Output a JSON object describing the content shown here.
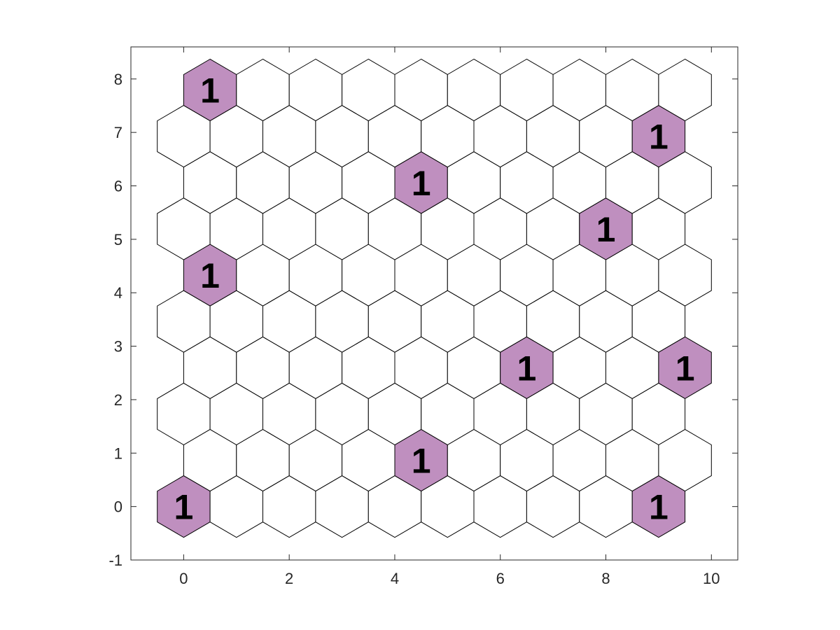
{
  "chart_data": {
    "type": "heatmap",
    "title": "",
    "xlabel": "",
    "ylabel": "",
    "grid": "hexagonal",
    "xlim": [
      -1,
      10.5
    ],
    "ylim": [
      -1,
      8.6
    ],
    "x_ticks": [
      "0",
      "2",
      "4",
      "6",
      "8",
      "10"
    ],
    "y_ticks": [
      "-1",
      "0",
      "1",
      "2",
      "3",
      "4",
      "5",
      "6",
      "7",
      "8"
    ],
    "columns": 10,
    "rows": 10,
    "row_spacing": 0.866,
    "odd_row_x_offset": 0.5,
    "highlight_color": "#bf8fbf",
    "empty_color": "#ffffff",
    "edge_color": "#000000",
    "highlighted_cells": [
      {
        "x": 0,
        "y": 0,
        "label": "1"
      },
      {
        "x": 9,
        "y": 0,
        "label": "1"
      },
      {
        "x": 4.5,
        "y": 0.866,
        "label": "1"
      },
      {
        "x": 6.5,
        "y": 2.598,
        "label": "1"
      },
      {
        "x": 9.5,
        "y": 2.598,
        "label": "1"
      },
      {
        "x": 0.5,
        "y": 4.33,
        "label": "1"
      },
      {
        "x": 8,
        "y": 5.196,
        "label": "1"
      },
      {
        "x": 4.5,
        "y": 6.062,
        "label": "1"
      },
      {
        "x": 9,
        "y": 6.928,
        "label": "1"
      },
      {
        "x": 0.5,
        "y": 7.794,
        "label": "1"
      }
    ]
  }
}
